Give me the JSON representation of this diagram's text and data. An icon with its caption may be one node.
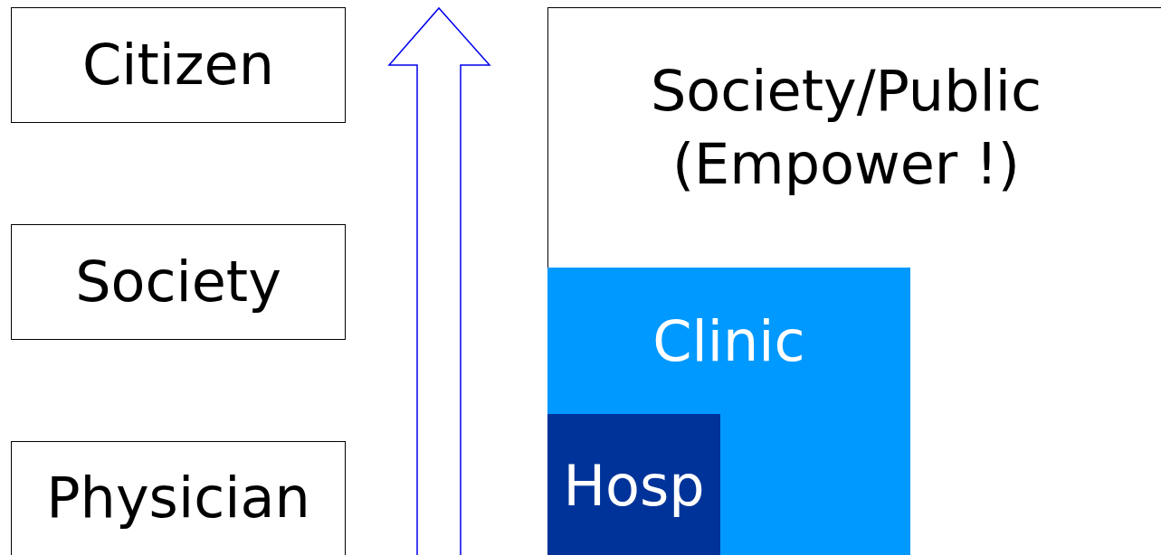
{
  "diagram": {
    "nodes": [
      {
        "text": [
          "Citizen"
        ]
      },
      {
        "text": [
          "Society"
        ]
      },
      {
        "text": [
          "Physician"
        ]
      },
      {
        "text": [
          "Society/Public (Empower !)"
        ]
      },
      {
        "text": [
          "Clinic"
        ],
        "in": 3
      },
      {
        "text": [
          "Hosp"
        ],
        "in": 4
      }
    ],
    "edges": []
  }
}
